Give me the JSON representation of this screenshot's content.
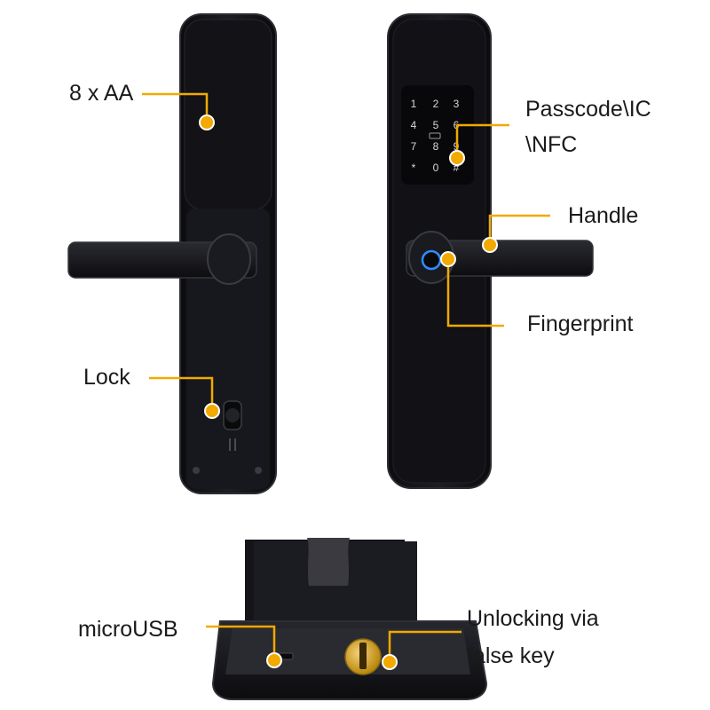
{
  "callouts": {
    "batteries": "8 x AA",
    "passcode_line1": "Passcode\\IC",
    "passcode_line2": "\\NFC",
    "handle": "Handle",
    "fingerprint": "Fingerprint",
    "lock": "Lock",
    "microusb": "microUSB",
    "unlocking_line1": "Unlocking via",
    "unlocking_line2": "false key"
  },
  "keypad": {
    "keys": [
      "1",
      "2",
      "3",
      "4",
      "5",
      "6",
      "7",
      "8",
      "9",
      "*",
      "0",
      "#"
    ]
  },
  "colors": {
    "callout_accent": "#f2a900",
    "lock_body": "#141418",
    "background": "#ffffff"
  }
}
